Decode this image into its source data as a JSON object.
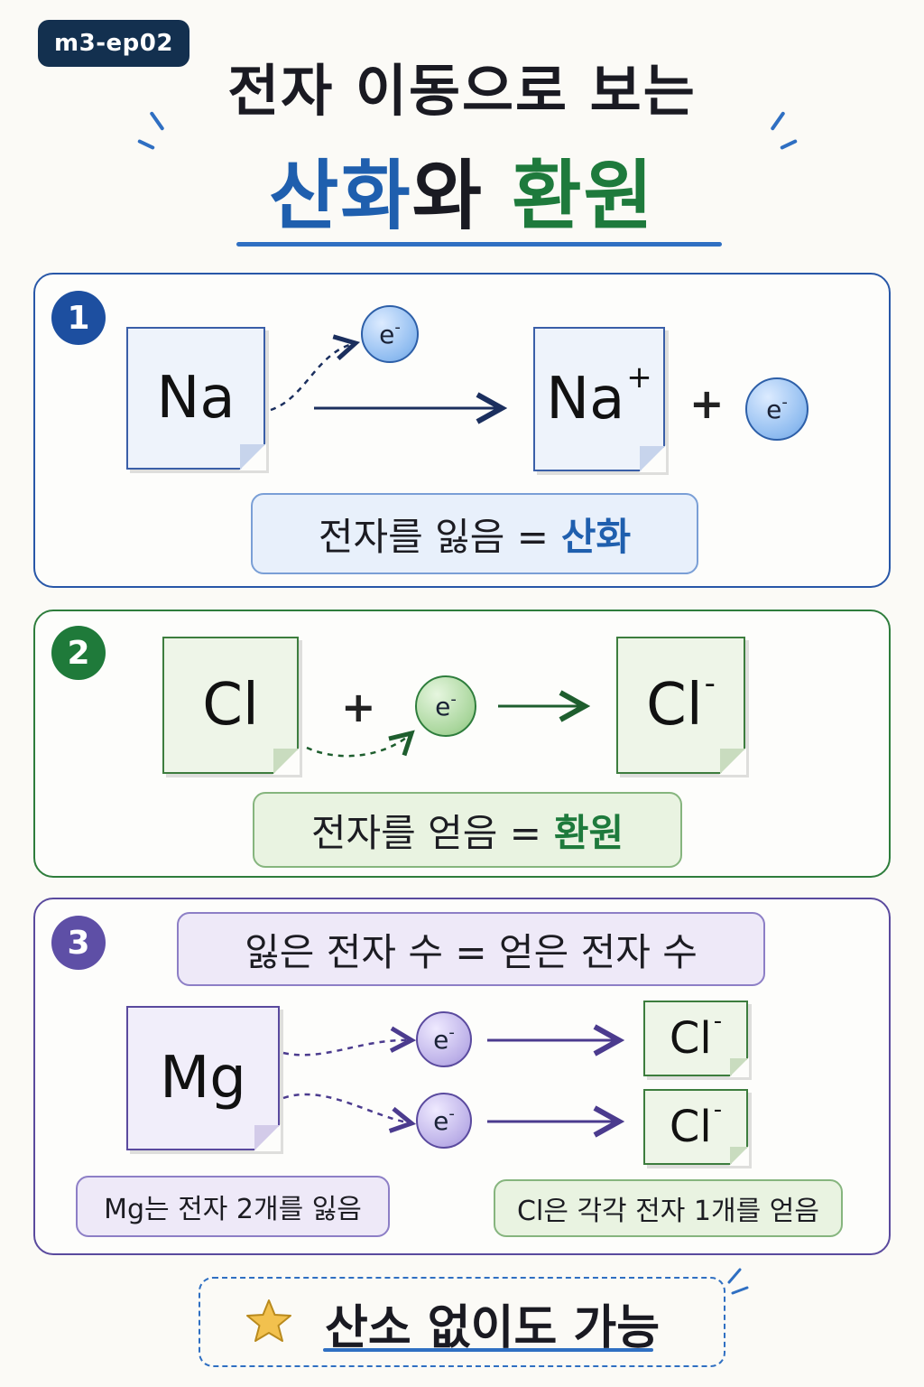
{
  "tag": "m3-ep02",
  "title": {
    "line1": "전자 이동으로 보는",
    "oxidation": "산화",
    "connector": "와",
    "reduction": "환원"
  },
  "panel1": {
    "number": "1",
    "reactant": "Na",
    "product": "Na",
    "product_charge": "+",
    "electron": "e",
    "electron_charge": "-",
    "plus": "+",
    "label_text": "전자를 잃음 =",
    "label_highlight": "산화"
  },
  "panel2": {
    "number": "2",
    "reactant": "Cl",
    "plus": "+",
    "electron": "e",
    "electron_charge": "-",
    "product": "Cl",
    "product_charge": "-",
    "label_text": "전자를 얻음 =",
    "label_highlight": "환원"
  },
  "panel3": {
    "number": "3",
    "rule": "잃은 전자 수 = 얻은 전자 수",
    "reactant": "Mg",
    "electron": "e",
    "electron_charge": "-",
    "product": "Cl",
    "product_charge": "-",
    "left_note": "Mg는 전자 2개를 잃음",
    "right_note": "Cl은 각각 전자 1개를 얻음"
  },
  "footer": {
    "text": "산소 없이도 가능",
    "icon": "star-icon"
  },
  "colors": {
    "oxidation": "#1f5fae",
    "reduction": "#1e7a3c",
    "panel3": "#5a4a9e",
    "tag_bg": "#13304f"
  }
}
